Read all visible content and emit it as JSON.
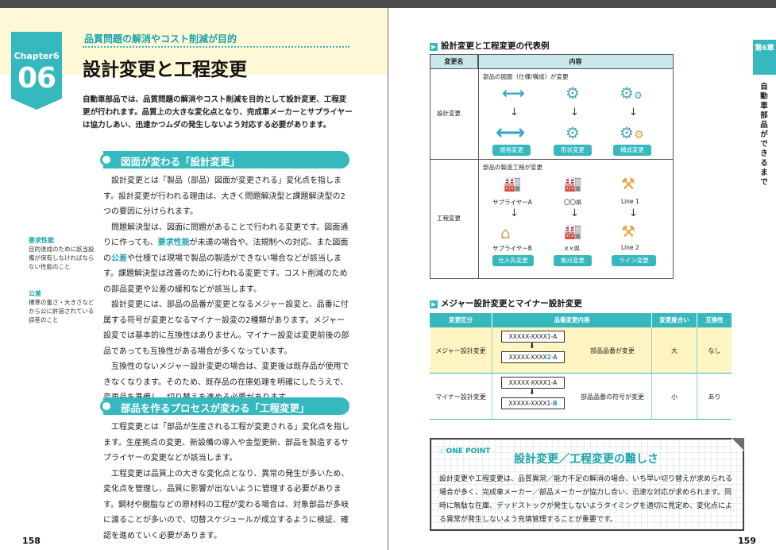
{
  "left": {
    "chapter_label": "Chapter6",
    "chapter_num": "06",
    "kicker": "品質問題の解消やコスト削減が目的",
    "title": "設計変更と工程変更",
    "lead": "自動車部品では、品質問題の解消やコスト削減を目的として設計変更、工程変更が行われます。品質上の大きな変化点となり、完成車メーカーとサプライヤーは協力しあい、迅速かつムダの発生しないよう対応する必要があります。",
    "sec1": "図面が変わる「設計変更」",
    "p1": "設計変更とは「製品（部品）図面が変更される」変化点を指します。設計変更が行われる理由は、大きく問題解決型と課題解決型の2つの要因に分けられます。",
    "p2a": "問題解決型は、図面に問題があることで行われる変更です。図面通りに作っても、",
    "p2h1": "要求性能",
    "p2b": "が未達の場合や、法規制への対応、また図面の",
    "p2h2": "公差",
    "p2c": "や仕様では現場で製品の製造ができない場合などが該当します。課題解決型は改善のために行われる変更です。コスト削減のための部品変更や公差の緩和などが該当します。",
    "p3": "設計変更には、部品の品番が変更となるメジャー設変と、品番に付属する符号が変更となるマイナー設変の2種類があります。メジャー設変では基本的に互換性はありません。マイナー設変は変更前後の部品であっても互換性がある場合が多くなっています。",
    "p4": "互換性のないメジャー設計変更の場合は、変更後は既存品が使用できなくなります。そのため、既存品の在庫処理を明確にしたうえで、変更品を準備し、切り替えを進める必要があります。",
    "sec2": "部品を作るプロセスが変わる「工程変更」",
    "p5": "工程変更とは「部品が生産される工程が変更される」変化点を指します。生産拠点の変更、新設備の導入や金型更新、部品を製造するサプライヤーの変更などが該当します。",
    "p6": "工程変更は品質上の大きな変化点となり、異常の発生が多いため、変化点を管理し、品質に影響が出ないように管理する必要があります。鋼材や樹脂などの原材料の工程が変わる場合は、対象部品が多岐に渡ることが多いので、切替スケジュールが成立するように検証、確認を進めていく必要があります。",
    "side1_t": "要求性能",
    "side1": "目的達成のために該当設備が保有しなければならない性能のこと",
    "side2_t": "公差",
    "side2": "標準の重さ・大きさなどから公に許容されている誤差のこと",
    "page": "158"
  },
  "right": {
    "tab": "第6章",
    "side": "自動車部品ができるまで",
    "cap1": "設計変更と工程変更の代表例",
    "t1_h1": "変更名",
    "t1_h2": "内容",
    "r1_name": "設計変更",
    "r1_sub": "部品の図面（仕様/構成）が変更",
    "r1_b1": "規格変更",
    "r1_b2": "形状変更",
    "r1_b3": "構成変更",
    "r2_name": "工程変更",
    "r2_sub": "部品の製造工程が変更",
    "r2_s1a": "サプライヤーA",
    "r2_s1b": "サプライヤーB",
    "r2_s2a": "〇〇県",
    "r2_s2b": "××県",
    "r2_s3a": "Line 1",
    "r2_s3b": "Line 2",
    "r2_b1": "仕入先変更",
    "r2_b2": "拠点変更",
    "r2_b3": "ライン変更",
    "cap2": "メジャー設計変更とマイナー設計変更",
    "t2_h": [
      "変更区分",
      "品番変更内容",
      "変更度合い",
      "互換性"
    ],
    "major": {
      "name": "メジャー設計変更",
      "from": "XXXXX-XXXX1-A",
      "to_a": "XXXXX-XXXX",
      "to_b": "2",
      "to_c": "-A",
      "desc": "部品品番が変更",
      "deg": "大",
      "compat": "なし"
    },
    "minor": {
      "name": "マイナー設計変更",
      "from": "XXXXX-XXXX1-A",
      "to_a": "XXXXX-XXXX1-",
      "to_b": "B",
      "desc": "部品品番の符号が変更",
      "deg": "小",
      "compat": "あり"
    },
    "op_label": "ONE POINT",
    "op_title": "設計変更／工程変更の難しさ",
    "op_text": "設計変更や工程変更は、品質異常／能力不足の解消の場合、いち早い切り替えが求められる場合が多く、完成車メーカー／部品メーカーが協力し合い、迅速な対応が求められます。同時に無駄な在庫、デッドストックが発生しないようタイミングを適切に見定め、変化点による異常が発生しないよう充填管理することが重要です。",
    "page": "159"
  },
  "colors": {
    "accent": "#35b8be",
    "header_bg": "#fff8d6",
    "table_head": "#c9e7ea",
    "major_row": "#fff5c2"
  }
}
